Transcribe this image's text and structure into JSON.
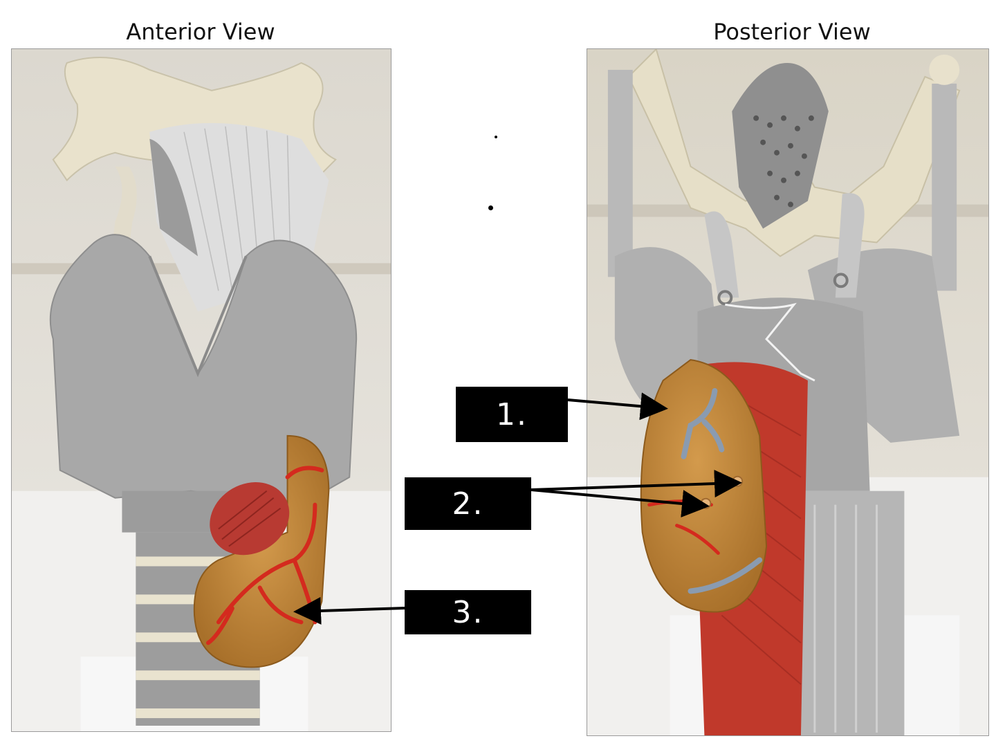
{
  "titles": {
    "anterior": "Anterior View",
    "posterior": "Posterior View"
  },
  "labels": {
    "one": "1.",
    "two": "2.",
    "three": "3."
  },
  "colors": {
    "label_background": "#000000",
    "label_text": "#ffffff",
    "thyroid": "#c98a3e",
    "muscle": "#c0392b",
    "cartilage": "#a9a9a9",
    "vessel_blue": "#8a9bb0",
    "vessel_red": "#d42a1e"
  }
}
